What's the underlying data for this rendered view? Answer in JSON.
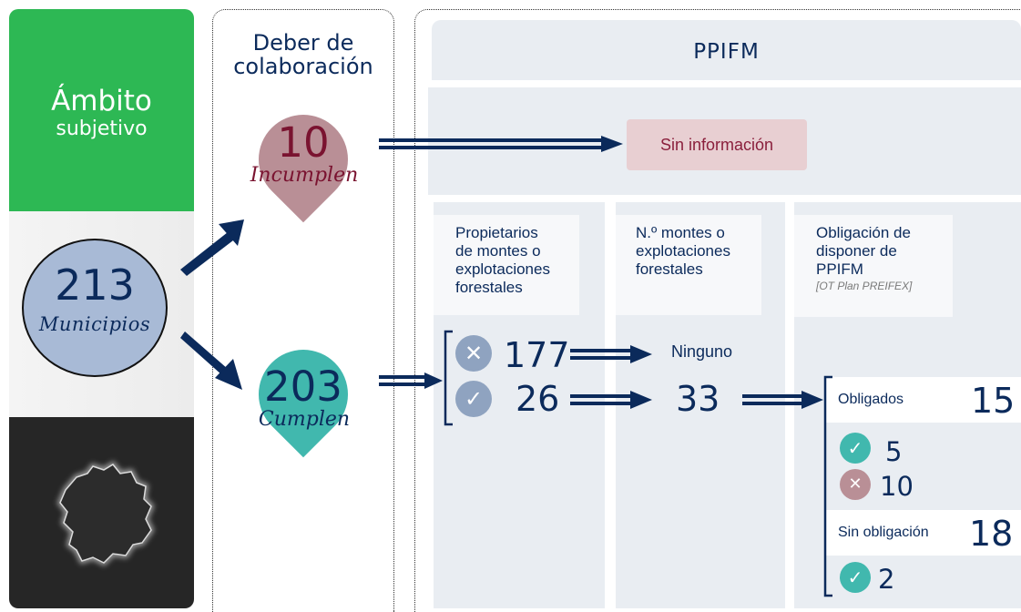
{
  "left": {
    "title": "Ámbito",
    "subtitle": "subjetivo",
    "total": "213",
    "total_label": "Municipios"
  },
  "collab": {
    "title_line1": "Deber de",
    "title_line2": "colaboración",
    "fail_count": "10",
    "fail_label": "Incumplen",
    "ok_count": "203",
    "ok_label": "Cumplen"
  },
  "ppifm": {
    "title": "PPIFM",
    "no_info": "Sin información",
    "col1": {
      "header": [
        "Propietarios",
        "de montes o",
        "explotaciones",
        "forestales"
      ],
      "no_value": "177",
      "yes_value": "26"
    },
    "col2": {
      "header": [
        "N.º montes o",
        "explotaciones",
        "forestales"
      ],
      "none_label": "Ninguno",
      "count": "33"
    },
    "col3": {
      "header": [
        "Obligación de",
        "disponer de",
        "PPIFM"
      ],
      "note": "[OT Plan PREIFEX]",
      "obligated_label": "Obligados",
      "obligated_value": "15",
      "obligated_yes": "5",
      "obligated_no": "10",
      "not_obligated_label": "Sin obligación",
      "not_obligated_value": "18",
      "not_obligated_yes": "2"
    }
  },
  "colors": {
    "green": "#2db854",
    "navy": "#0b2a5b",
    "rose": "#b98f96",
    "teal": "#41b8ae",
    "slate_icon": "#8fa3c0",
    "panel": "#e9edf2"
  }
}
